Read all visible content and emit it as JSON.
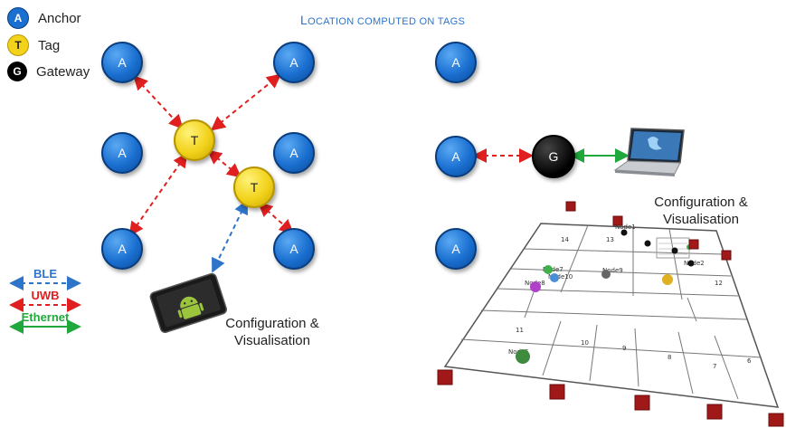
{
  "title": {
    "first": "L",
    "rest": "OCATION COMPUTED ON TAGS"
  },
  "legend": [
    {
      "letter": "A",
      "label": "Anchor",
      "color": "#1a6fd0"
    },
    {
      "letter": "T",
      "label": "Tag",
      "color": "#f2d21a"
    },
    {
      "letter": "G",
      "label": "Gateway",
      "color": "#000000"
    }
  ],
  "anchor_letter": "A",
  "tag_letter": "T",
  "gateway_letter": "G",
  "captions": {
    "left": [
      "Configuration &",
      "Visualisation"
    ],
    "right": [
      "Configuration &",
      "Visualisation"
    ]
  },
  "protocols": [
    {
      "label": "BLE",
      "color": "#2e74c9"
    },
    {
      "label": "UWB",
      "color": "#e02020"
    },
    {
      "label": "Ethernet",
      "color": "#1fa83b"
    }
  ],
  "floorplan_labels": [
    "Node7",
    "Node10",
    "Node8",
    "Node9",
    "Node5",
    "Node1",
    "Node2",
    "11",
    "10",
    "9",
    "8",
    "7",
    "6",
    "14",
    "13",
    "12"
  ]
}
